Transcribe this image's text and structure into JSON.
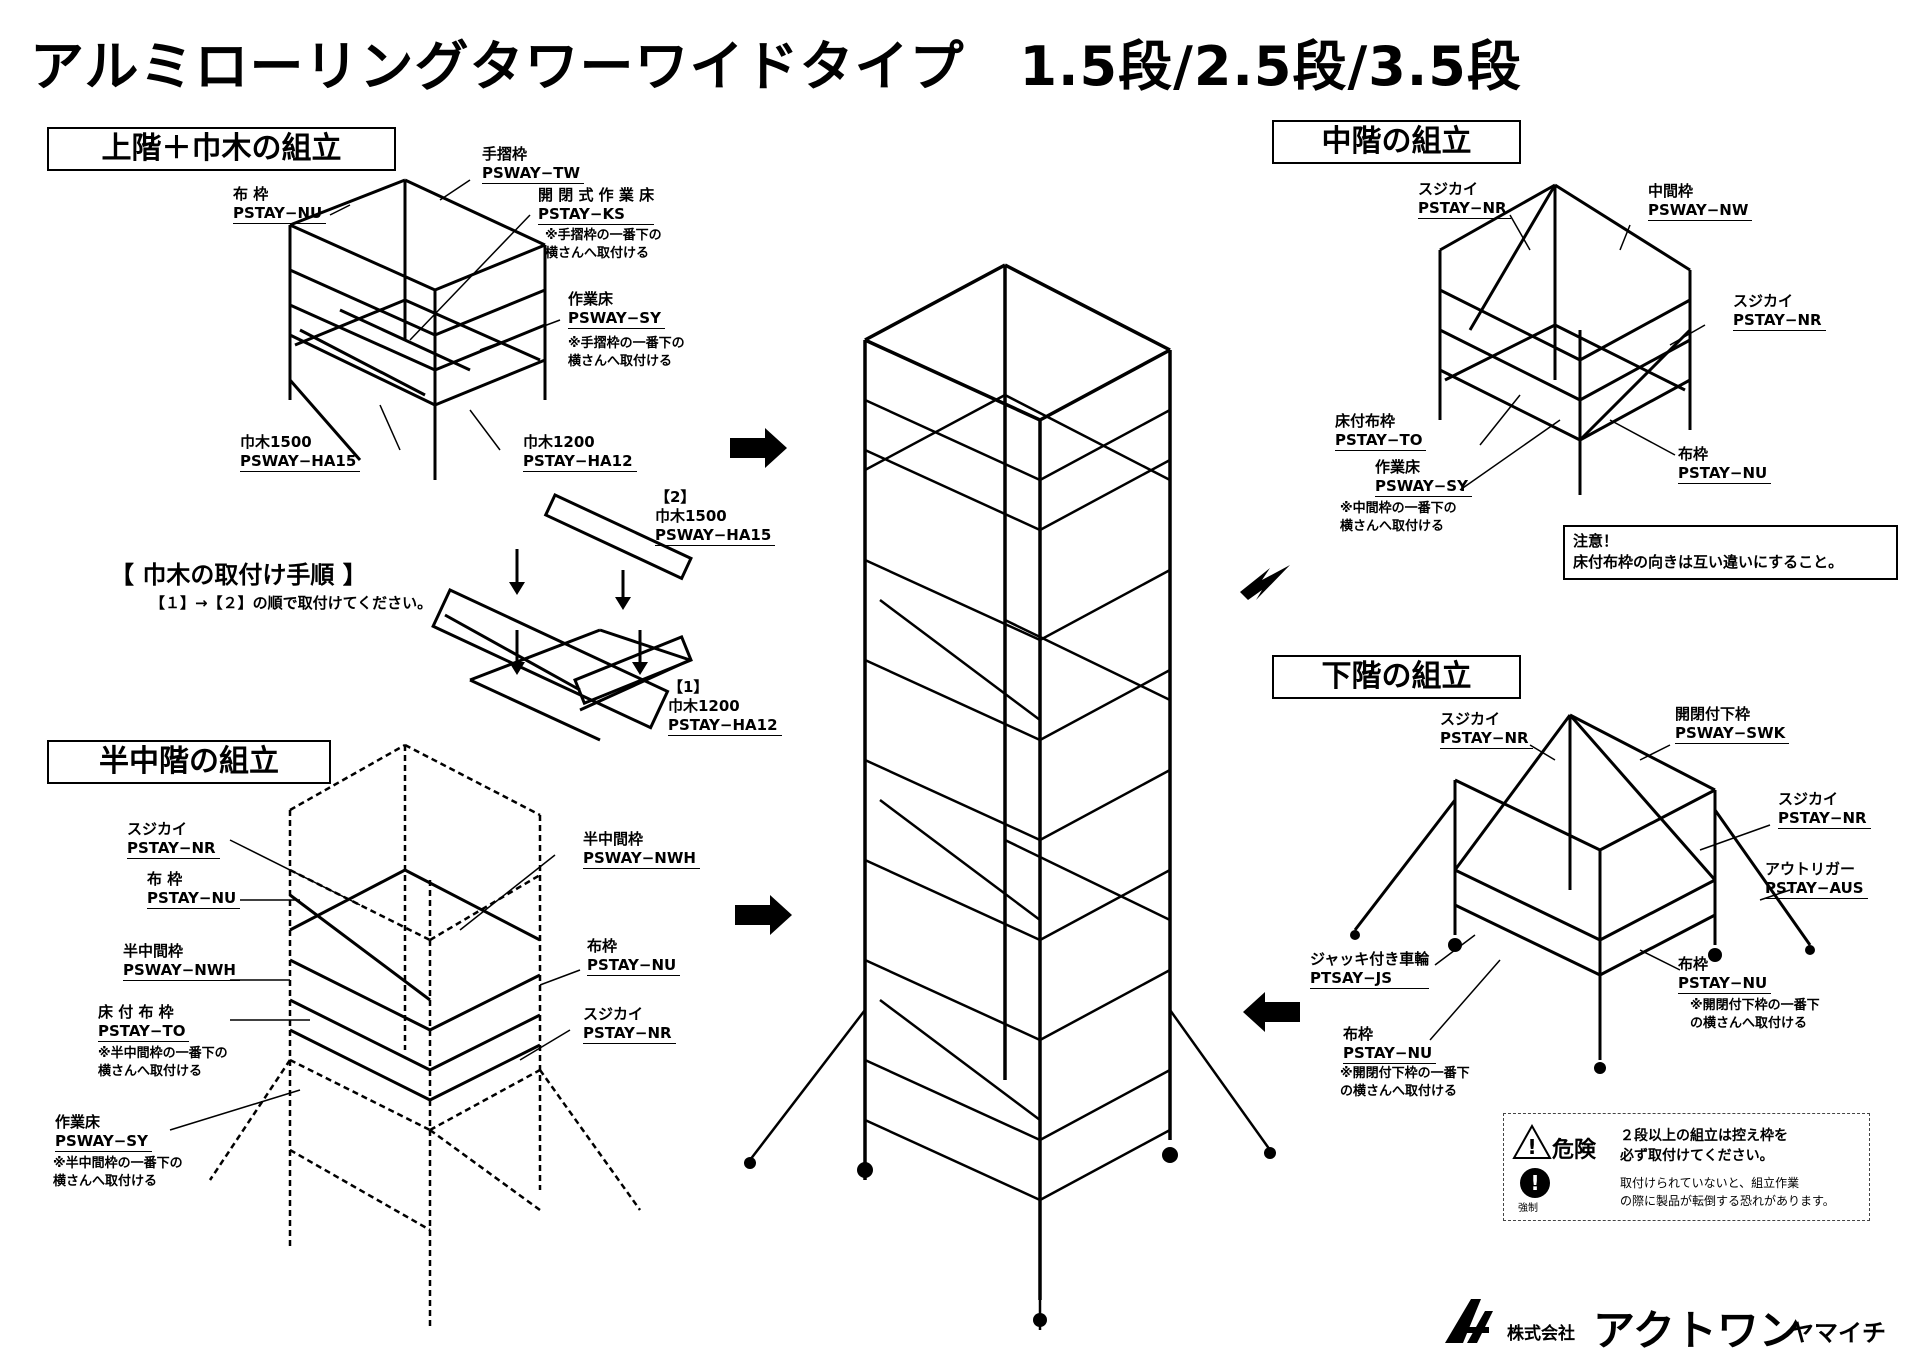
{
  "title": "アルミローリングタワーワイドタイプ　1.5段/2.5段/3.5段",
  "sections": {
    "upper": "上階＋巾木の組立",
    "middle": "中階の組立",
    "lower": "下階の組立",
    "half": "半中階の組立"
  },
  "upper_labels": {
    "nunowaku_name": "布 枠",
    "nunowaku_code": "PSTAY−NU",
    "tesuri_name": "手摺枠",
    "tesuri_code": "PSWAY−TW",
    "kaihei_name": "開 閉 式 作 業 床",
    "kaihei_code": "PSTAY−KS",
    "kaihei_note1": "※手摺枠の一番下の",
    "kaihei_note2": "横さんへ取付ける",
    "sagyo_name": "作業床",
    "sagyo_code": "PSWAY−SY",
    "sagyo_note1": "※手摺枠の一番下の",
    "sagyo_note2": "横さんへ取付ける",
    "haba1500_name": "巾木1500",
    "haba1500_code": "PSWAY−HA15",
    "haba1200_name": "巾木1200",
    "haba1200_code": "PSTAY−HA12"
  },
  "procedure": {
    "title": "【 巾木の取付け手順 】",
    "desc": "【１】→【２】の順で取付けてください。",
    "step2_num": "【2】",
    "step2_name": "巾木1500",
    "step2_code": "PSWAY−HA15",
    "step1_num": "【1】",
    "step1_name": "巾木1200",
    "step1_code": "PSTAY−HA12"
  },
  "middle_labels": {
    "sujikai1_name": "スジカイ",
    "sujikai1_code": "PSTAY−NR",
    "chukan_name": "中間枠",
    "chukan_code": "PSWAY−NW",
    "sujikai2_name": "スジカイ",
    "sujikai2_code": "PSTAY−NR",
    "yukatsuke_name": "床付布枠",
    "yukatsuke_code": "PSTAY−TO",
    "sagyo_name": "作業床",
    "sagyo_code": "PSWAY−SY",
    "sagyo_note1": "※中間枠の一番下の",
    "sagyo_note2": "横さんへ取付ける",
    "nunowaku_name": "布枠",
    "nunowaku_code": "PSTAY−NU"
  },
  "caution": {
    "head": "注意！",
    "text": "床付布枠の向きは互い違いにすること。"
  },
  "lower_labels": {
    "sujikai1_name": "スジカイ",
    "sujikai1_code": "PSTAY−NR",
    "kaihei_name": "開閉付下枠",
    "kaihei_code": "PSWAY−SWK",
    "sujikai2_name": "スジカイ",
    "sujikai2_code": "PSTAY−NR",
    "outrigger_name": "アウトリガー",
    "outrigger_code": "PSTAY−AUS",
    "jack_name": "ジャッキ付き車輪",
    "jack_code": "PTSAY−JS",
    "nuno1_name": "布枠",
    "nuno1_code": "PSTAY−NU",
    "nuno1_note1": "※開閉付下枠の一番下",
    "nuno1_note2": "の横さんへ取付ける",
    "nuno2_name": "布枠",
    "nuno2_code": "PSTAY−NU",
    "nuno2_note1": "※開閉付下枠の一番下",
    "nuno2_note2": "の横さんへ取付ける"
  },
  "half_labels": {
    "sujikai1_name": "スジカイ",
    "sujikai1_code": "PSTAY−NR",
    "nuno1_name": "布 枠",
    "nuno1_code": "PSTAY−NU",
    "hanchukan1_name": "半中間枠",
    "hanchukan1_code": "PSWAY−NWH",
    "hanchukan2_name": "半中間枠",
    "hanchukan2_code": "PSWAY−NWH",
    "nuno2_name": "布枠",
    "nuno2_code": "PSTAY−NU",
    "yukatsuke_name": "床 付 布 枠",
    "yukatsuke_code": "PSTAY−TO",
    "yukatsuke_note1": "※半中間枠の一番下の",
    "yukatsuke_note2": "横さんへ取付ける",
    "sujikai2_name": "スジカイ",
    "sujikai2_code": "PSTAY−NR",
    "sagyo_name": "作業床",
    "sagyo_code": "PSWAY−SY",
    "sagyo_note1": "※半中間枠の一番下の",
    "sagyo_note2": "横さんへ取付ける"
  },
  "danger": {
    "word": "危険",
    "main1": "２段以上の組立は控え枠を",
    "main2": "必ず取付けてください。",
    "sub1": "取付けられていないと、組立作業",
    "sub2": "の際に製品が転倒する恐れがあります。",
    "force": "強制"
  },
  "logo": {
    "kabushiki": "株式会社",
    "name": "アクトワン",
    "sub": "ヤマイチ"
  }
}
